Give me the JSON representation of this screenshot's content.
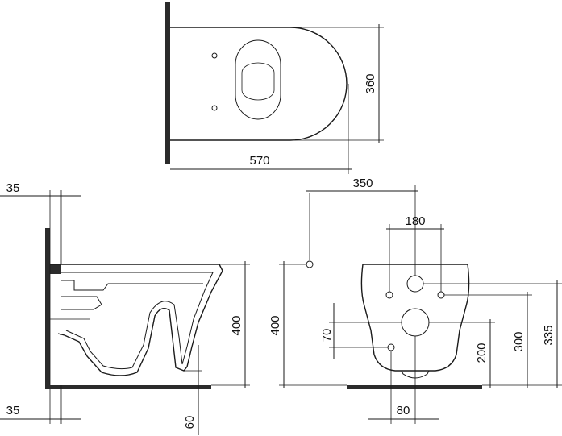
{
  "dimensions": {
    "top_depth": "360",
    "top_length": "570",
    "wall_35_top": "35",
    "height_400_side": "400",
    "wall_35_bottom": "35",
    "floor_gap": "60",
    "offset_350": "350",
    "bolt_spacing": "180",
    "height_400_front": "400",
    "inlet_70": "70",
    "outlet_200": "200",
    "bolt_300": "300",
    "top_335": "335",
    "outlet_width": "80"
  }
}
